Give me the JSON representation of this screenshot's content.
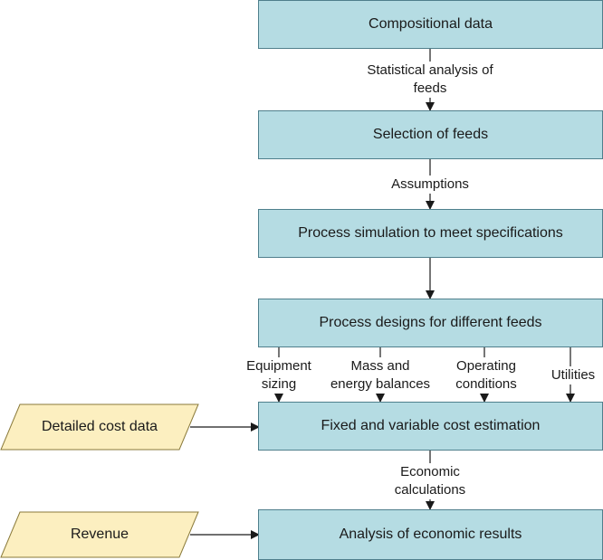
{
  "boxes": {
    "compositional_data": "Compositional data",
    "selection_of_feeds": "Selection of feeds",
    "process_simulation": "Process simulation to meet specifications",
    "process_designs": "Process designs for different feeds",
    "cost_estimation": "Fixed and variable cost estimation",
    "economic_results": "Analysis of economic results"
  },
  "inputs": {
    "detailed_cost_data": "Detailed cost data",
    "revenue": "Revenue"
  },
  "edge_labels": {
    "statistical_analysis_line1": "Statistical analysis of",
    "statistical_analysis_line2": "feeds",
    "assumptions": "Assumptions",
    "equipment_line1": "Equipment",
    "equipment_line2": "sizing",
    "mass_line1": "Mass and",
    "mass_line2": "energy balances",
    "operating_line1": "Operating",
    "operating_line2": "conditions",
    "utilities": "Utilities",
    "economic_line1": "Economic",
    "economic_line2": "calculations"
  },
  "colors": {
    "process_box": "#b5dce3",
    "input_box": "#fcefc0",
    "line": "#1a1a1a"
  }
}
